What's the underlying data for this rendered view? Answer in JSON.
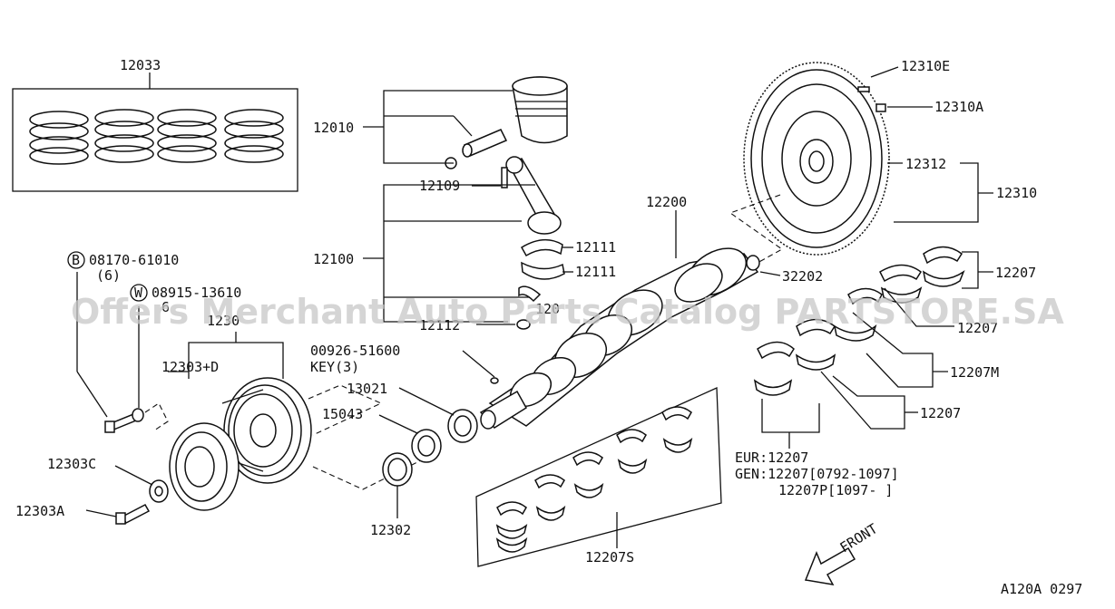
{
  "diagram": {
    "labels": {
      "l12033": "12033",
      "l12010": "12010",
      "l12109": "12109",
      "l12100": "12100",
      "l12111a": "12111",
      "l12111b": "12111",
      "l12112": "12112",
      "l120x": "120",
      "l12200": "12200",
      "l12310E": "12310E",
      "l12310A": "12310A",
      "l12312": "12312",
      "l12310": "12310",
      "l32202": "32202",
      "l12207a": "12207",
      "l12207b": "12207",
      "l12207M": "12207M",
      "l12207c": "12207",
      "bolt_code": "08170-61010",
      "bolt_qty": "(6)",
      "washer_code": "08915-13610",
      "washer_qty": "6",
      "l1230x": "1230",
      "l12303D": "12303+D",
      "key_code": "00926-51600",
      "key_qty": "KEY(3)",
      "l13021": "13021",
      "l15043": "15043",
      "l12303C": "12303C",
      "l12303A": "12303A",
      "l12302": "12302",
      "l12207S": "12207S",
      "eur": "EUR:12207",
      "gen1": "GEN:12207[0792-1097]",
      "gen2": "12207P[1097-     ]",
      "front": "FRONT",
      "code": "A120A 0297"
    },
    "badges": {
      "bolt": "B",
      "washer": "W"
    },
    "watermark": "Offers Merchant Auto Parts Catalog PARTSTORE.SA"
  }
}
